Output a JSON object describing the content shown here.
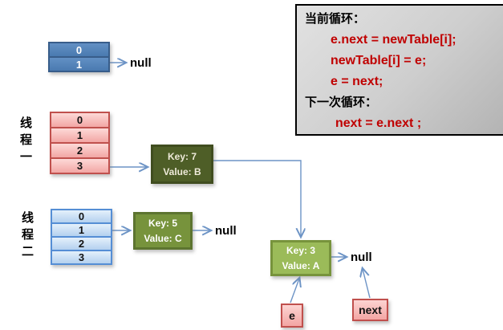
{
  "colors": {
    "arrow": "#6d94c6",
    "code_red": "#c00000",
    "code_black": "#000000",
    "newtable_fill": "#4f81bd",
    "newtable_border": "#385d8a",
    "pink_fill": "#f6b3b1",
    "pink_border": "#c0504d",
    "lightblue_fill": "#c9def4",
    "lightblue_border": "#558ed5",
    "key7_fill": "#4e5e27",
    "key5_fill": "#77933c",
    "key3_fill": "#9bbb59"
  },
  "code_panel": {
    "lines": [
      {
        "text": "当前循环：",
        "style": "head"
      },
      {
        "text": "e.next = newTable[i];",
        "style": "stmt"
      },
      {
        "text": "newTable[i] = e;",
        "style": "stmt"
      },
      {
        "text": "e = next;",
        "style": "stmt"
      },
      {
        "text": "下一次循环：",
        "style": "head"
      },
      {
        "text": "next = e.next ;",
        "style": "stmt2"
      }
    ]
  },
  "new_table": {
    "rows": [
      "0",
      "1"
    ],
    "null_label": "null"
  },
  "thread1": {
    "label": "线程一",
    "rows": [
      "0",
      "1",
      "2",
      "3"
    ]
  },
  "thread2": {
    "label": "线程二",
    "rows": [
      "0",
      "1",
      "2",
      "3"
    ]
  },
  "node_key7": {
    "key_line": "Key: 7",
    "value_line": "Value: B"
  },
  "node_key5": {
    "key_line": "Key: 5",
    "value_line": "Value: C",
    "null_label": "null"
  },
  "node_key3": {
    "key_line": "Key: 3",
    "value_line": "Value: A",
    "null_label": "null"
  },
  "pointer_e": {
    "label": "e"
  },
  "pointer_next": {
    "label": "next"
  }
}
